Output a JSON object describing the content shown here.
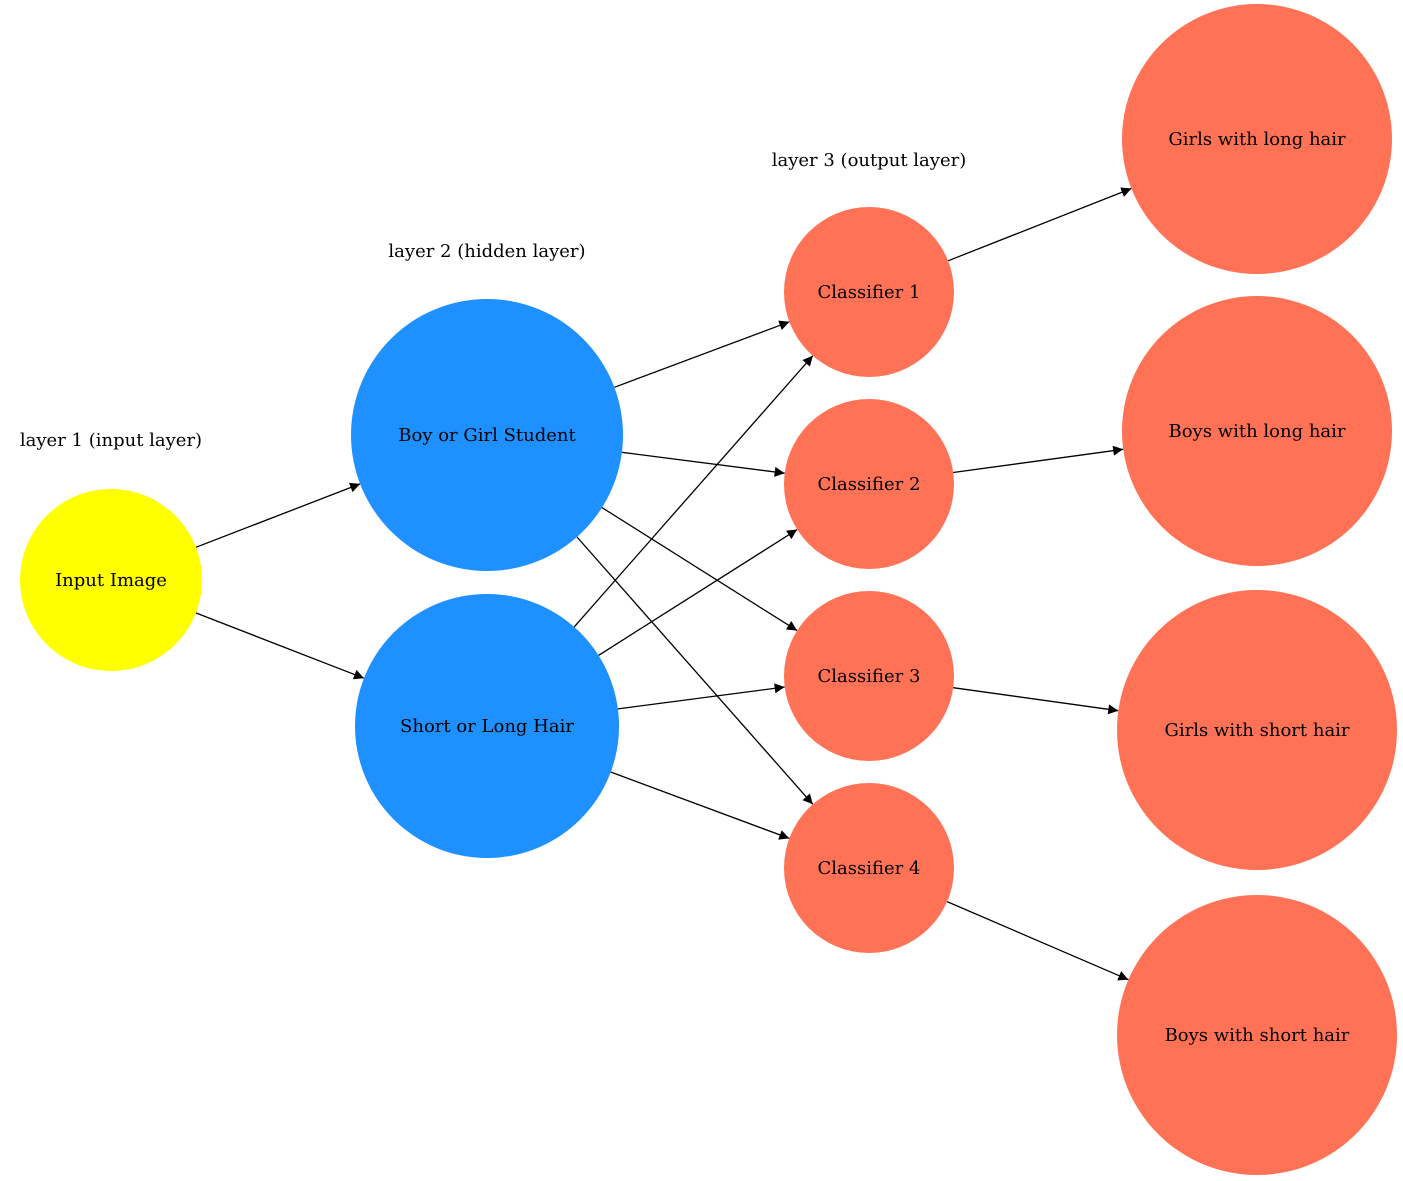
{
  "colors": {
    "input": "#ffff00",
    "hidden": "#1e90ff",
    "output": "#ff7256",
    "edge": "#000000",
    "background": "#ffffff"
  },
  "layers": [
    {
      "id": "layer1",
      "label": "layer 1 (input layer)"
    },
    {
      "id": "layer2",
      "label": "layer 2 (hidden layer)"
    },
    {
      "id": "layer3",
      "label": "layer 3 (output layer)"
    }
  ],
  "nodes": [
    {
      "id": "input",
      "label": "Input Image",
      "kind": "input"
    },
    {
      "id": "hidden1",
      "label": "Boy or Girl Student",
      "kind": "hidden"
    },
    {
      "id": "hidden2",
      "label": "Short or Long Hair",
      "kind": "hidden"
    },
    {
      "id": "c1",
      "label": "Classifier 1",
      "kind": "output"
    },
    {
      "id": "c2",
      "label": "Classifier 2",
      "kind": "output"
    },
    {
      "id": "c3",
      "label": "Classifier 3",
      "kind": "output"
    },
    {
      "id": "c4",
      "label": "Classifier 4",
      "kind": "output"
    },
    {
      "id": "o1",
      "label": "Girls with long hair",
      "kind": "output"
    },
    {
      "id": "o2",
      "label": "Boys with long hair",
      "kind": "output"
    },
    {
      "id": "o3",
      "label": "Girls with short hair",
      "kind": "output"
    },
    {
      "id": "o4",
      "label": "Boys with short hair",
      "kind": "output"
    }
  ],
  "edges": [
    {
      "from": "input",
      "to": "hidden1"
    },
    {
      "from": "input",
      "to": "hidden2"
    },
    {
      "from": "hidden1",
      "to": "c1"
    },
    {
      "from": "hidden1",
      "to": "c2"
    },
    {
      "from": "hidden1",
      "to": "c3"
    },
    {
      "from": "hidden1",
      "to": "c4"
    },
    {
      "from": "hidden2",
      "to": "c1"
    },
    {
      "from": "hidden2",
      "to": "c2"
    },
    {
      "from": "hidden2",
      "to": "c3"
    },
    {
      "from": "hidden2",
      "to": "c4"
    },
    {
      "from": "c1",
      "to": "o1"
    },
    {
      "from": "c2",
      "to": "o2"
    },
    {
      "from": "c3",
      "to": "o3"
    },
    {
      "from": "c4",
      "to": "o4"
    }
  ]
}
